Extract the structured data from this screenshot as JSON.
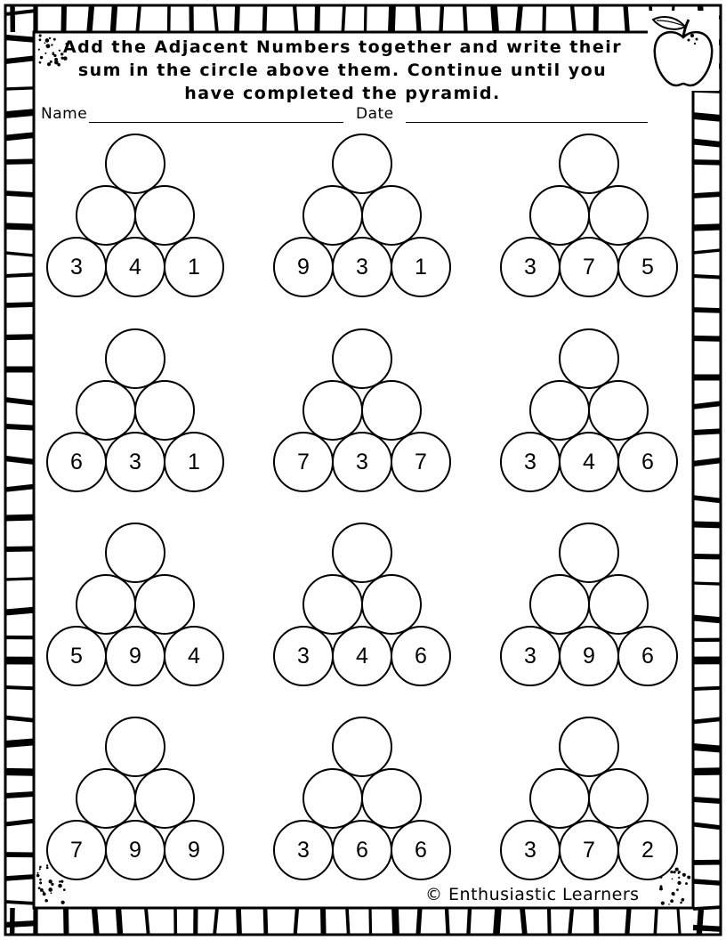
{
  "instructions": {
    "line1": "Add the Adjacent Numbers together and write their",
    "line2": "sum in the circle above them. Continue until you",
    "line3": "have completed the pyramid."
  },
  "fields": {
    "name_label": "Name",
    "date_label": "Date"
  },
  "pyramids": [
    {
      "base": [
        "3",
        "4",
        "1"
      ]
    },
    {
      "base": [
        "9",
        "3",
        "1"
      ]
    },
    {
      "base": [
        "3",
        "7",
        "5"
      ]
    },
    {
      "base": [
        "6",
        "3",
        "1"
      ]
    },
    {
      "base": [
        "7",
        "3",
        "7"
      ]
    },
    {
      "base": [
        "3",
        "4",
        "6"
      ]
    },
    {
      "base": [
        "5",
        "9",
        "4"
      ]
    },
    {
      "base": [
        "3",
        "4",
        "6"
      ]
    },
    {
      "base": [
        "3",
        "9",
        "6"
      ]
    },
    {
      "base": [
        "7",
        "9",
        "9"
      ]
    },
    {
      "base": [
        "3",
        "6",
        "6"
      ]
    },
    {
      "base": [
        "3",
        "7",
        "2"
      ]
    }
  ],
  "footer": {
    "copyright": "© Enthusiastic Learners"
  },
  "icons": {
    "corner_decoration": "apple-icon"
  }
}
